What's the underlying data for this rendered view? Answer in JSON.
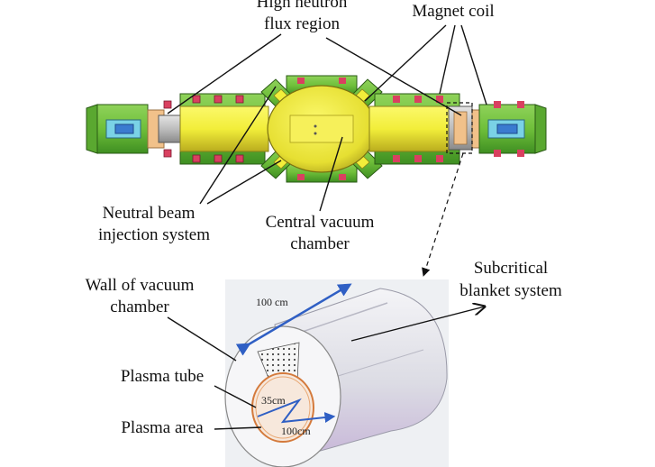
{
  "labels": {
    "high_flux_line1": "High neutron",
    "high_flux_line2": "flux region",
    "magnet_coil": "Magnet coil",
    "nbi_line1": "Neutral beam",
    "nbi_line2": "injection system",
    "central_line1": "Central vacuum",
    "central_line2": "chamber",
    "wall_line1": "Wall of vacuum",
    "wall_line2": "chamber",
    "plasma_tube": "Plasma tube",
    "plasma_area": "Plasma area",
    "blanket_line1": "Subcritical",
    "blanket_line2": "blanket system"
  },
  "dimensions": {
    "length": "100 cm",
    "tube_radius": "35cm",
    "blanket_radius": "100cm"
  },
  "colors": {
    "magnet_green": "#6fbf3a",
    "coil_red": "#d94060",
    "vessel_yellow": "#f2ee3a",
    "vessel_dark_yellow": "#b9ac1e",
    "end_orange": "#f1c18a",
    "blanket_body": "#e6e6ec",
    "blanket_shade": "#c9b8d9",
    "dimension_blue": "#2f5fc4",
    "plasma_orange": "#d47a3c",
    "plasma_fill": "#f7e8dc"
  }
}
